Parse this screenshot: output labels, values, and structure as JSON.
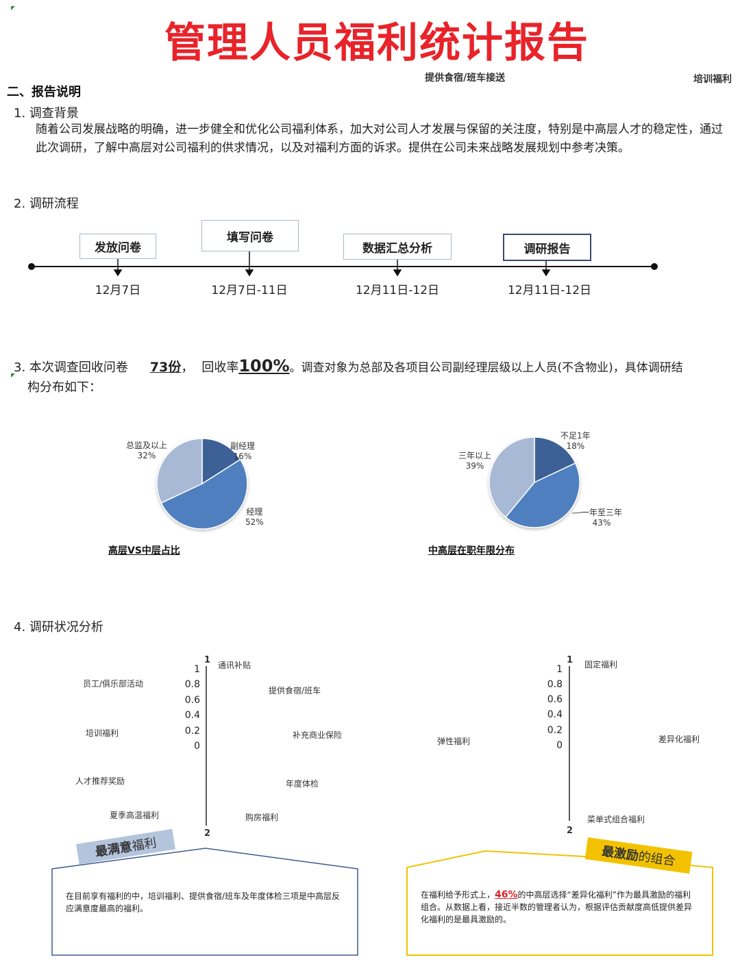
{
  "title": "管理人员福利统计报告",
  "top_labels": {
    "left": "提供食宿/班车接送",
    "right": "培训福利"
  },
  "section_title": "二、报告说明",
  "background": {
    "heading": "1. 调查背景",
    "text": "随着公司发展战略的明确，进一步健全和优化公司福利体系，加大对公司人才发展与保留的关注度，特别是中高层人才的稳定性，通过此次调研，了解中高层对公司福利的供求情况，以及对福利方面的诉求。提供在公司未来战略发展规划中参考决策。"
  },
  "process": {
    "heading": "2. 调研流程",
    "steps": [
      {
        "label": "发放问卷",
        "date": "12月7日"
      },
      {
        "label": "填写问卷",
        "date": "12月7日-11日"
      },
      {
        "label": "数据汇总分析",
        "date": "12月11日-12日"
      },
      {
        "label": "调研报告",
        "date": "12月11日-12日"
      }
    ]
  },
  "survey": {
    "prefix": "3. 本次调查回收问卷",
    "count": "73份",
    "sep": "，",
    "rate_label": "回收率",
    "rate": "100%",
    "suffix": "。调查对象为总部及各项目公司副经理层级以上人员(不含物业)，具体调研结",
    "line2": "构分布如下："
  },
  "chart_data": [
    {
      "type": "pie",
      "title": "高层VS中层占比",
      "slices": [
        {
          "name": "副经理",
          "value": 16,
          "label": "16%",
          "color": "#3d6196"
        },
        {
          "name": "经理",
          "value": 52,
          "label": "52%",
          "color": "#4f7fbf"
        },
        {
          "name": "总监及以上",
          "value": 32,
          "label": "32%",
          "color": "#a8b9d6"
        }
      ]
    },
    {
      "type": "pie",
      "title": "中高层在职年限分布",
      "slices": [
        {
          "name": "不足1年",
          "value": 18,
          "label": "18%",
          "color": "#3d6196"
        },
        {
          "name": "一年至三年",
          "value": 43,
          "label": "43%",
          "color": "#4f7fbf"
        },
        {
          "name": "三年以上",
          "value": 39,
          "label": "39%",
          "color": "#a8b9d6"
        }
      ]
    }
  ],
  "analysis": {
    "heading": "4. 调研状况分析",
    "chart_left": {
      "top_label": "1",
      "bottom_label": "2",
      "ticks": [
        "1",
        "0.8",
        "0.6",
        "0.4",
        "0.2",
        "0"
      ],
      "items": [
        "通讯补贴",
        "员工/俱乐部活动",
        "提供食宿/班车",
        "培训福利",
        "补充商业保险",
        "人才推荐奖励",
        "年度体检",
        "夏季高温福利",
        "购房福利"
      ]
    },
    "chart_right": {
      "top_label": "1",
      "bottom_label": "2",
      "ticks": [
        "1",
        "0.8",
        "0.6",
        "0.4",
        "0.2",
        "0"
      ],
      "items": [
        "固定福利",
        "弹性福利",
        "差异化福利",
        "菜单式组合福利"
      ]
    },
    "callout_left": {
      "tag_bold": "最满意",
      "tag_rest": "福利",
      "text": "在目前享有福利的中，培训福利、提供食宿/班车及年度体检三项是中高层反应满意度最高的福利。"
    },
    "callout_right": {
      "tag_bold": "最激励",
      "tag_rest": "的组合",
      "text_before": "在福利给予形式上，",
      "highlight": "46%",
      "text_after": "的中高层选择“差异化福利”作为最具激励的福利组合。从数据上看，接近半数的管理者认为，根据评估贡献度高低提供差异化福利的是最具激励的。"
    }
  },
  "colors": {
    "title_red": "#e8232a",
    "pie_dark": "#3d6196",
    "pie_mid": "#4f7fbf",
    "pie_light": "#a8b9d6",
    "callout_blue": "#3b5a8f",
    "callout_yellow": "#f2c200"
  }
}
